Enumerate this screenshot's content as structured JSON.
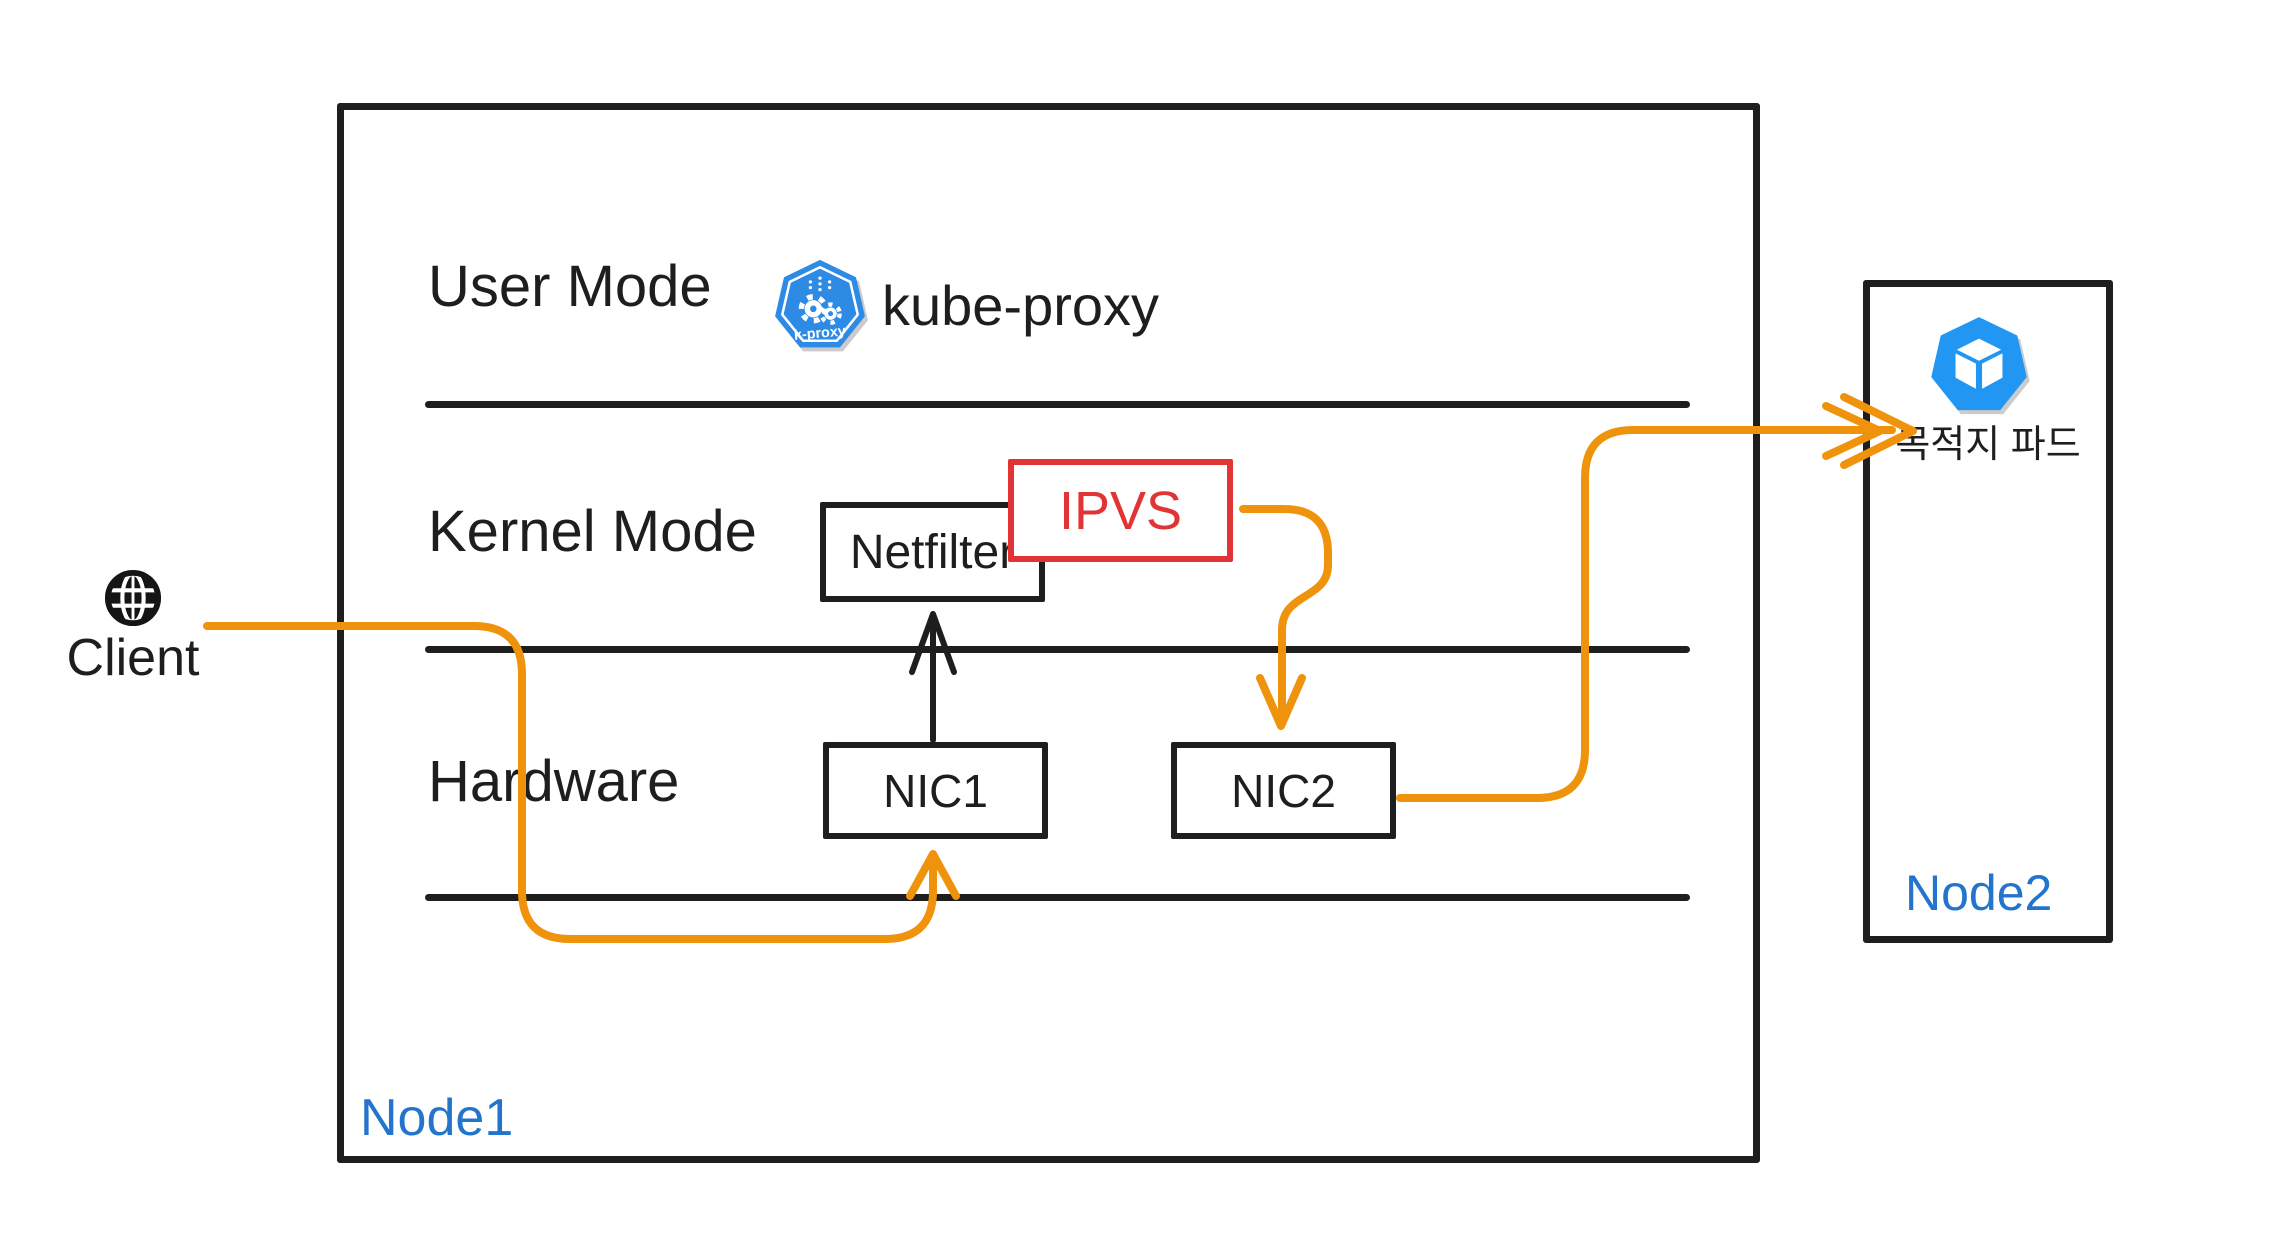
{
  "colors": {
    "ink": "#1e1e1e",
    "orange": "#f0930c",
    "red": "#e23434",
    "blue": "#2374cc",
    "pod_blue": "#2196f3",
    "proxy_blue": "#2d8be5",
    "shadow": "#cbcbcb"
  },
  "client": {
    "label": "Client",
    "icon": "globe-icon"
  },
  "node1": {
    "label": "Node1",
    "layers": {
      "user_mode": "User Mode",
      "kernel_mode": "Kernel Mode",
      "hardware": "Hardware"
    },
    "kube_proxy": {
      "label": "kube-proxy",
      "icon": "kube-proxy-icon",
      "icon_label": "k-proxy"
    },
    "boxes": {
      "netfilter": "Netfilter",
      "ipvs": "IPVS",
      "nic1": "NIC1",
      "nic2": "NIC2"
    }
  },
  "node2": {
    "label": "Node2",
    "pod_label": "목적지 파드",
    "icon": "pod-icon"
  },
  "arrows": [
    {
      "from": "client",
      "to": "nic1",
      "color": "orange"
    },
    {
      "from": "nic1",
      "to": "netfilter",
      "color": "ink"
    },
    {
      "from": "ipvs",
      "to": "nic2",
      "color": "orange"
    },
    {
      "from": "nic2",
      "to": "destination-pod",
      "color": "orange"
    }
  ]
}
